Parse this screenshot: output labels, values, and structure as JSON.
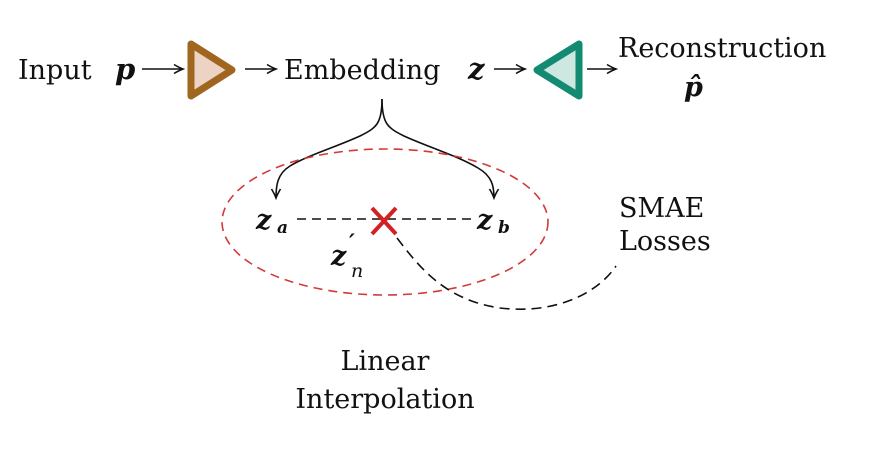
{
  "diagram": {
    "input_label": "Input",
    "input_symbol": "p",
    "embedding_label": "Embedding",
    "embedding_symbol": "z",
    "reconstruction_label": "Reconstruction",
    "reconstruction_symbol": "p̂",
    "za_symbol": "z",
    "za_subscript": "a",
    "zb_symbol": "z",
    "zb_subscript": "b",
    "zn_symbol": "z",
    "zn_prime": "′",
    "zn_subscript": "n",
    "smae_line1": "SMAE",
    "smae_line2": "Losses",
    "interp_line1": "Linear",
    "interp_line2": "Interpolation"
  },
  "colors": {
    "encoder_stroke": "#a0661f",
    "encoder_fill": "#ecd3c3",
    "decoder_stroke": "#138a72",
    "decoder_fill": "#cde8e0",
    "ellipse_stroke": "#d23a3a",
    "cross": "#d42020",
    "ink": "#111111"
  }
}
